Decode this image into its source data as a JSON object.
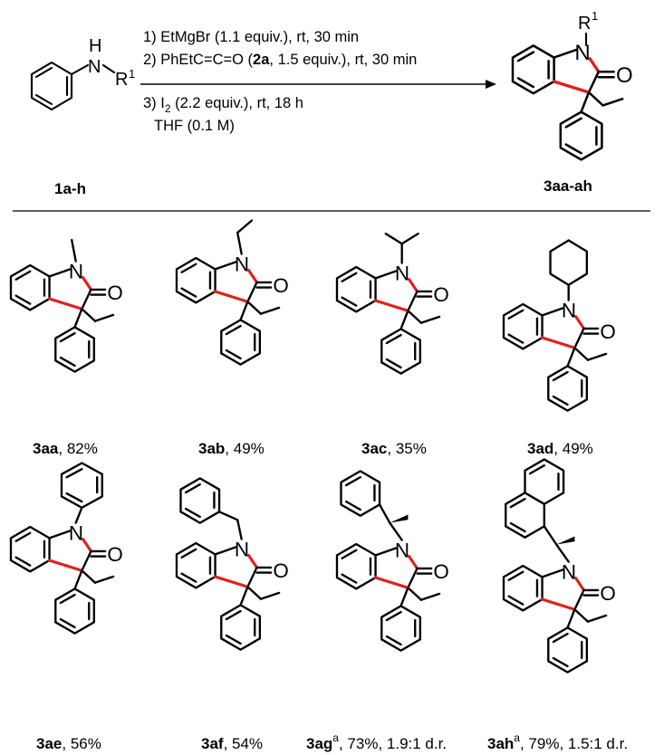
{
  "scheme": {
    "reactant_label": "1a-h",
    "product_label": "3aa-ah",
    "reactant_atoms": {
      "N": "N",
      "H": "H",
      "R": "R",
      "R_sup": "1"
    },
    "product_atoms": {
      "N": "N",
      "O": "O",
      "R": "R",
      "R_sup": "1"
    },
    "conditions": {
      "step1": "1) EtMgBr (1.1 equiv.), rt, 30 min",
      "step2_pre": "2) PhEtC=C=O (",
      "step2_bold": "2a",
      "step2_post": ", 1.5 equiv.), rt, 30 min",
      "step3_pre": "3) I",
      "step3_sub": "2",
      "step3_post": " (2.2 equiv.), rt, 18 h",
      "solvent": "THF (0.1 M)"
    }
  },
  "products": [
    {
      "id": "3aa",
      "sup": "",
      "detail": ", 82%",
      "substituent": "methyl"
    },
    {
      "id": "3ab",
      "sup": "",
      "detail": ", 49%",
      "substituent": "ethyl"
    },
    {
      "id": "3ac",
      "sup": "",
      "detail": ", 35%",
      "substituent": "isopropyl"
    },
    {
      "id": "3ad",
      "sup": "",
      "detail": ", 49%",
      "substituent": "cyclohexyl"
    },
    {
      "id": "3ae",
      "sup": "",
      "detail": ", 56%",
      "substituent": "phenyl"
    },
    {
      "id": "3af",
      "sup": "",
      "detail": ", 54%",
      "substituent": "benzyl"
    },
    {
      "id": "3ag",
      "sup": "a",
      "detail": ", 73%, 1.9:1 d.r.",
      "substituent": "1-phenylethyl"
    },
    {
      "id": "3ah",
      "sup": "a",
      "detail": ", 79%, 1.5:1 d.r.",
      "substituent": "1-(naphthalen-1-yl)ethyl"
    }
  ],
  "atom_labels": {
    "N": "N",
    "O": "O"
  },
  "colors": {
    "highlight_bond": "#e0201b",
    "bond": "#000000"
  }
}
